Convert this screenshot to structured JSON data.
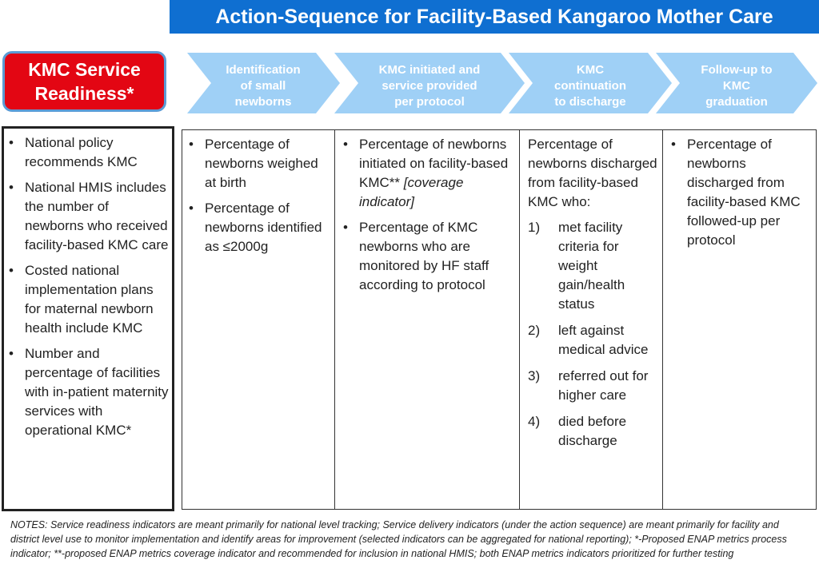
{
  "title": "Action-Sequence for Facility-Based Kangaroo Mother Care",
  "readiness_label_line1": "KMC Service",
  "readiness_label_line2": "Readiness*",
  "steps": [
    {
      "line1": "Identification",
      "line2": "of small",
      "line3": "newborns"
    },
    {
      "line1": "KMC initiated and",
      "line2": "service provided",
      "line3": "per protocol"
    },
    {
      "line1": "KMC",
      "line2": "continuation",
      "line3": "to discharge"
    },
    {
      "line1": "Follow-up to",
      "line2": "KMC",
      "line3": "graduation"
    }
  ],
  "readiness_items": [
    "National policy recommends KMC",
    "National HMIS includes the number of newborns who received facility-based KMC care",
    "Costed national implementation plans for maternal newborn health include KMC",
    "Number and percentage of facilities with in-patient maternity services with operational KMC*"
  ],
  "col1_items": [
    "Percentage of newborns weighed at birth",
    "Percentage of newborns identified as ≤2000g"
  ],
  "col2_item1_text": "Percentage of newborns initiated on facility-based KMC**",
  "col2_item1_note": "[coverage indicator]",
  "col2_item2_text": "Percentage of KMC newborns who are monitored by HF staff according to protocol",
  "col3_intro": "Percentage of newborns discharged from facility-based KMC who:",
  "col3_items": [
    {
      "num": "1)",
      "text": "met facility criteria for weight gain/health status"
    },
    {
      "num": "2)",
      "text": "left against medical advice"
    },
    {
      "num": "3)",
      "text": "referred out for higher care"
    },
    {
      "num": "4)",
      "text": "died before discharge"
    }
  ],
  "col4_items": [
    "Percentage of newborns discharged from facility-based KMC followed-up per protocol"
  ],
  "notes": "NOTES:  Service readiness indicators are meant primarily for national level tracking; Service delivery indicators (under the action sequence) are meant primarily for facility and district level use to monitor implementation and identify areas for improvement (selected indicators can be aggregated for national reporting); *-Proposed ENAP metrics process indicator; **-proposed ENAP metrics coverage indicator and recommended for inclusion in national HMIS; both ENAP metrics indicators prioritized for further testing",
  "colors": {
    "title_bg": "#0f6fd1",
    "readiness_bg": "#e30613",
    "chevron": "#9fd0f6",
    "readiness_border": "#5b9bd5"
  }
}
